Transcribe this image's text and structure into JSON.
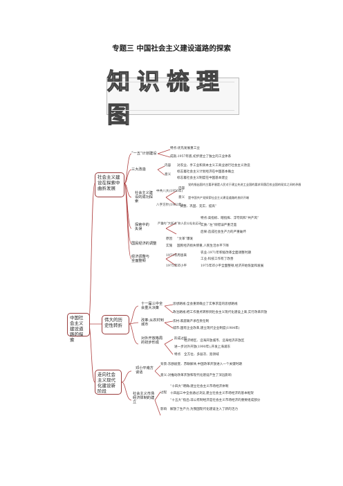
{
  "title": "专题三 中国社会主义建设道路的探索",
  "banner": "知识梳理图",
  "root": "中国社会主义建设道路的探索",
  "branch1": {
    "label": "社会主义建设在探索中曲折发展",
    "sub": [
      {
        "label": "“一五”计划建设",
        "items": [
          "特点:优先发展重工业",
          "成就:1957年底,初步建立了独立的工业体系"
        ]
      },
      {
        "label": "三大改造",
        "items": [
          "内容",
          "对农业、手工业和资本主义工商业进行社会主义改造",
          "意义",
          "标志着社会主义计划经济在中国基本确立",
          "标志着社会主义制度在中国基本建立"
        ]
      },
      {
        "label": "社会主义建设的成功探索",
        "items": [
          "中共八大(1956年)",
          "内容",
          "党的指出国内主要矛盾是人民对于建立先进工业国的要求同落后农业国的现实之间的矛盾",
          "意义",
          "是中国共产党探索社会主义建设道路的良好开端",
          "八字方针(1962年)",
          "“调整、巩固、充实、提高”"
        ]
      },
      {
        "label": "探索中的失误",
        "items": [
          "严重的“大跃进”和人民公社化运动",
          "特点:高指标、瞎指挥、浮夸风和“共产风”",
          "实质:“左”倾错误严重泛滥",
          "后果:造成社会生产力的严重破坏"
        ]
      },
      {
        "label": "国民经济的调整",
        "items": [
          "原因",
          "“文革”爆发",
          "实施",
          "国民经济损失惨重,人民生活水平下降"
        ]
      },
      {
        "label": "经济调整与全面整顿",
        "items": [
          "1971年周恩来",
          "农业:1971年积极改革全面调整时期",
          "工业:科技工作有了改善",
          "1975年邓小平",
          "1975年邓小平全面整顿,经济开始恢复和发展"
        ]
      }
    ]
  },
  "branch2": {
    "label": "伟大的历史性转折",
    "sub": [
      {
        "label": "十一届三中全会重大决策",
        "items": [
          "思想路线:全会重新确立了实事求是的思想路线",
          "政治路线:把工作重点转移到社会主义现代化建设上来,实行改革开放"
        ]
      },
      {
        "label": "改革:从农村到城市",
        "items": [
          "农村:家庭联产承包责任制",
          "城市:国有企业改革,建立现代企业制度(1984年)"
        ]
      },
      {
        "label": "对外开放格局的初步形成",
        "items": [
          "形成过程",
          "经济特区、沿海开放城市、沿海经济开放区",
          "进一步对外开放(1990年),开发上海浦东",
          "特点",
          "全方位、多层次、宽领域"
        ]
      }
    ]
  },
  "branch3": {
    "label": "走向社会主义现代化建设新阶段",
    "sub": [
      {
        "label": "邓小平南方谈话",
        "items": [
          "背景:东欧剧变、苏联解体,中国改革开放进入一个关键时期",
          "意义:对推动改革开放和现代化建设产生了深远影响"
        ]
      },
      {
        "label": "社会主义市场经济体制的建立",
        "items": [
          "过程",
          "“十四大”明确:建立社会主义市场经济体制",
          "十四届三中全会通过决议,建立社会主义市场经济的基本框架",
          "“十五大”指出:非公有制经济是社会主义市场经济的重要组成部分",
          "影响",
          "解放了生产力,为我国现代化建设注入了新的活力"
        ]
      }
    ]
  }
}
